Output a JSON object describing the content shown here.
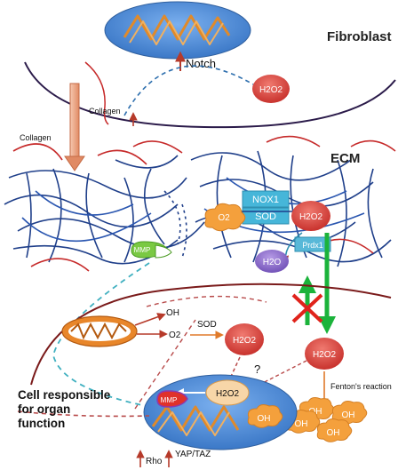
{
  "labels": {
    "fibroblast": "Fibroblast",
    "notch": "Notch",
    "collagen_small": "Collagen",
    "collagen": "Collagen",
    "ecm": "ECM",
    "nox1": "NOX1",
    "sod_ecm": "SOD",
    "o2_minus": "O2",
    "h2o2": "H2O2",
    "h2o": "H2O",
    "prdx1": "Prdx1",
    "mmp_ecm": "MMP",
    "oh_mito": "OH",
    "o2_mito": "O2",
    "sod_cell": "SOD",
    "question": "?",
    "fenton": "Fenton's reaction",
    "mmp_nucleus": "MMP",
    "oh": "OH",
    "cell_caption": "Cell responsible for organ function",
    "rho": "Rho",
    "yap_taz": "YAP/TAZ"
  },
  "colors": {
    "membrane": "#2b1b4a",
    "cell_membrane": "#7a1a1a",
    "nucleus": "#4f8ed9",
    "dna": "#e08a2a",
    "h2o2_fill": "#d94a45",
    "o2_fill": "#f4a03c",
    "nox_fill": "#46b6d9",
    "prdx_fill": "#58b8d8",
    "h2o_fill": "#8e6ccc",
    "green_arrow": "#1bb33b",
    "red_x": "#e0231b",
    "fiber_blue": "#1f3f8a",
    "fiber_red": "#c62a2a",
    "dashed_teal": "#40b0c0",
    "dashed_red": "#b84a4a"
  }
}
